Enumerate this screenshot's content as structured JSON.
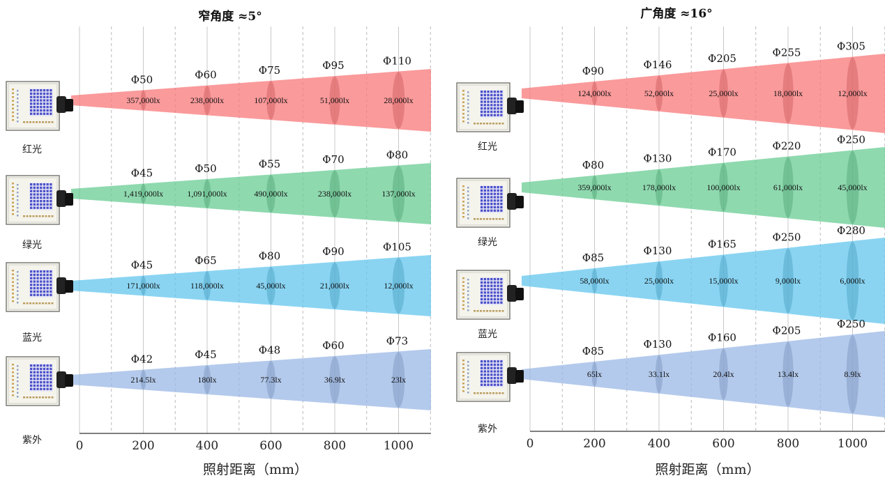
{
  "chart_data": [
    {
      "type": "diagram",
      "title": "窄角度 ≈5°",
      "xlabel": "照射距离（mm）",
      "x_ticks": [
        0,
        200,
        400,
        600,
        800,
        1000
      ],
      "x_range": [
        0,
        1100
      ],
      "grid": true,
      "distances": [
        200,
        400,
        600,
        800,
        1000
      ],
      "series": [
        {
          "name": "红光",
          "color": "#f8787a",
          "diameter_labels": [
            "Φ50",
            "Φ60",
            "Φ75",
            "Φ95",
            "Φ110"
          ],
          "lux_labels": [
            "357,000lx",
            "238,000lx",
            "107,000lx",
            "51,000lx",
            "28,000lx"
          ]
        },
        {
          "name": "绿光",
          "color": "#69cc94",
          "diameter_labels": [
            "Φ45",
            "Φ50",
            "Φ55",
            "Φ70",
            "Φ80"
          ],
          "lux_labels": [
            "1,419,000lx",
            "1,091,000lx",
            "490,000lx",
            "238,000lx",
            "137,000lx"
          ]
        },
        {
          "name": "蓝光",
          "color": "#63c6ee",
          "diameter_labels": [
            "Φ45",
            "Φ65",
            "Φ80",
            "Φ90",
            "Φ105"
          ],
          "lux_labels": [
            "171,000lx",
            "118,000lx",
            "45,000lx",
            "21,000lx",
            "12,000lx"
          ]
        },
        {
          "name": "紫外",
          "color": "#9bb8e6",
          "diameter_labels": [
            "Φ42",
            "Φ45",
            "Φ48",
            "Φ60",
            "Φ73"
          ],
          "lux_labels": [
            "214.5lx",
            "180lx",
            "77.3lx",
            "36.9lx",
            "23lx"
          ]
        }
      ]
    },
    {
      "type": "diagram",
      "title": "广角度 ≈16°",
      "xlabel": "照射距离（mm）",
      "x_ticks": [
        0,
        200,
        400,
        600,
        800,
        1000
      ],
      "x_range": [
        0,
        1100
      ],
      "grid": true,
      "distances": [
        200,
        400,
        600,
        800,
        1000
      ],
      "series": [
        {
          "name": "红光",
          "color": "#f8787a",
          "diameter_labels": [
            "Φ90",
            "Φ146",
            "Φ205",
            "Φ255",
            "Φ305"
          ],
          "lux_labels": [
            "124,000lx",
            "52,000lx",
            "25,000lx",
            "18,000lx",
            "12,000lx"
          ]
        },
        {
          "name": "绿光",
          "color": "#69cc94",
          "diameter_labels": [
            "Φ80",
            "Φ130",
            "Φ170",
            "Φ220",
            "Φ250"
          ],
          "lux_labels": [
            "359,000lx",
            "178,000lx",
            "100,000lx",
            "61,000lx",
            "45,000lx"
          ]
        },
        {
          "name": "蓝光",
          "color": "#63c6ee",
          "diameter_labels": [
            "Φ85",
            "Φ130",
            "Φ165",
            "Φ250",
            "Φ280"
          ],
          "lux_labels": [
            "58,000lx",
            "25,000lx",
            "15,000lx",
            "9,000lx",
            "6,000lx"
          ]
        },
        {
          "name": "紫外",
          "color": "#9bb8e6",
          "diameter_labels": [
            "Φ85",
            "Φ130",
            "Φ160",
            "Φ205",
            "Φ250"
          ],
          "lux_labels": [
            "65lx",
            "33.1lx",
            "20.4lx",
            "13.4lx",
            "8.9lx"
          ]
        }
      ]
    }
  ]
}
